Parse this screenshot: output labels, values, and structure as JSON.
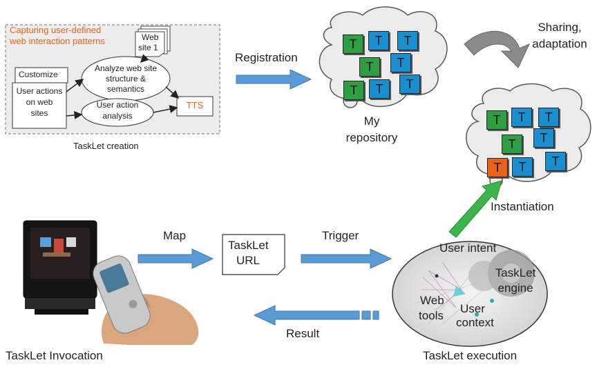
{
  "creation_panel": {
    "title_line1": "Capturing user-defined",
    "title_line2": "web interaction patterns",
    "website_line1": "Web",
    "website_line2": "site 1",
    "customize": "Customize",
    "user_actions_line1": "User actions",
    "user_actions_line2": "on web",
    "user_actions_line3": "sites",
    "analyze_line1": "Analyze web site",
    "analyze_line2": "structure &",
    "analyze_line3": "semantics",
    "user_action_line1": "User action",
    "user_action_line2": "analysis",
    "tts": "TTS",
    "caption": "TaskLet creation"
  },
  "labels": {
    "registration": "Registration",
    "sharing_line1": "Sharing,",
    "sharing_line2": "adaptation",
    "my_line1": "My",
    "my_line2": "repository",
    "instantiation": "Instantiation",
    "map": "Map",
    "trigger": "Trigger",
    "result": "Result",
    "tasklet_url_line1": "TaskLet",
    "tasklet_url_line2": "URL",
    "invocation": "TaskLet Invocation",
    "execution": "TaskLet execution"
  },
  "tile_letter": "T",
  "engine": {
    "user_intent": "User intent",
    "tasklet_line1": "TaskLet",
    "tasklet_line2": "engine",
    "web_line1": "Web",
    "web_line2": "tools",
    "user_line1": "User",
    "user_line2": "context"
  },
  "colors": {
    "accent_orange": "#e8641a",
    "tile_green": "#2ea043",
    "tile_blue": "#1a8fd0",
    "tile_orange": "#e8641a",
    "arrow_blue": "#5b9bd5",
    "arrow_green": "#3cb54a",
    "curved_arrow_gray": "#7f7f7f"
  }
}
